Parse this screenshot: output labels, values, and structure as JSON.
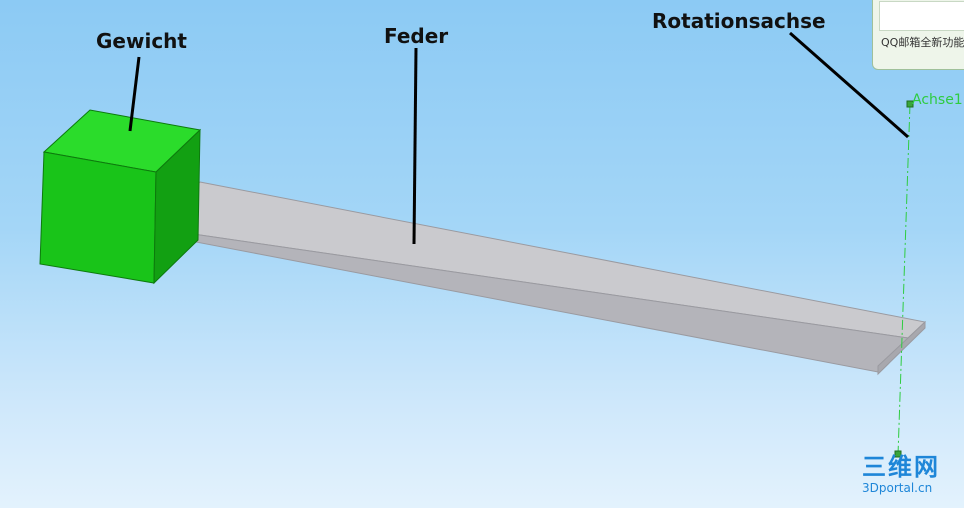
{
  "labels": {
    "weight": "Gewicht",
    "spring": "Feder",
    "rotation_axis": "Rotationsachse",
    "axis_name": "Achse1"
  },
  "popup": {
    "text": "QQ邮箱全新功能"
  },
  "watermark": {
    "logo": "三维网",
    "url": "3Dportal.cn"
  },
  "colors": {
    "weight_block": "#1fc41f",
    "spring_plate": "#c9c9cf",
    "axis_line": "#2ecc40",
    "leader_lines": "#000000",
    "watermark": "#1e86d8"
  }
}
